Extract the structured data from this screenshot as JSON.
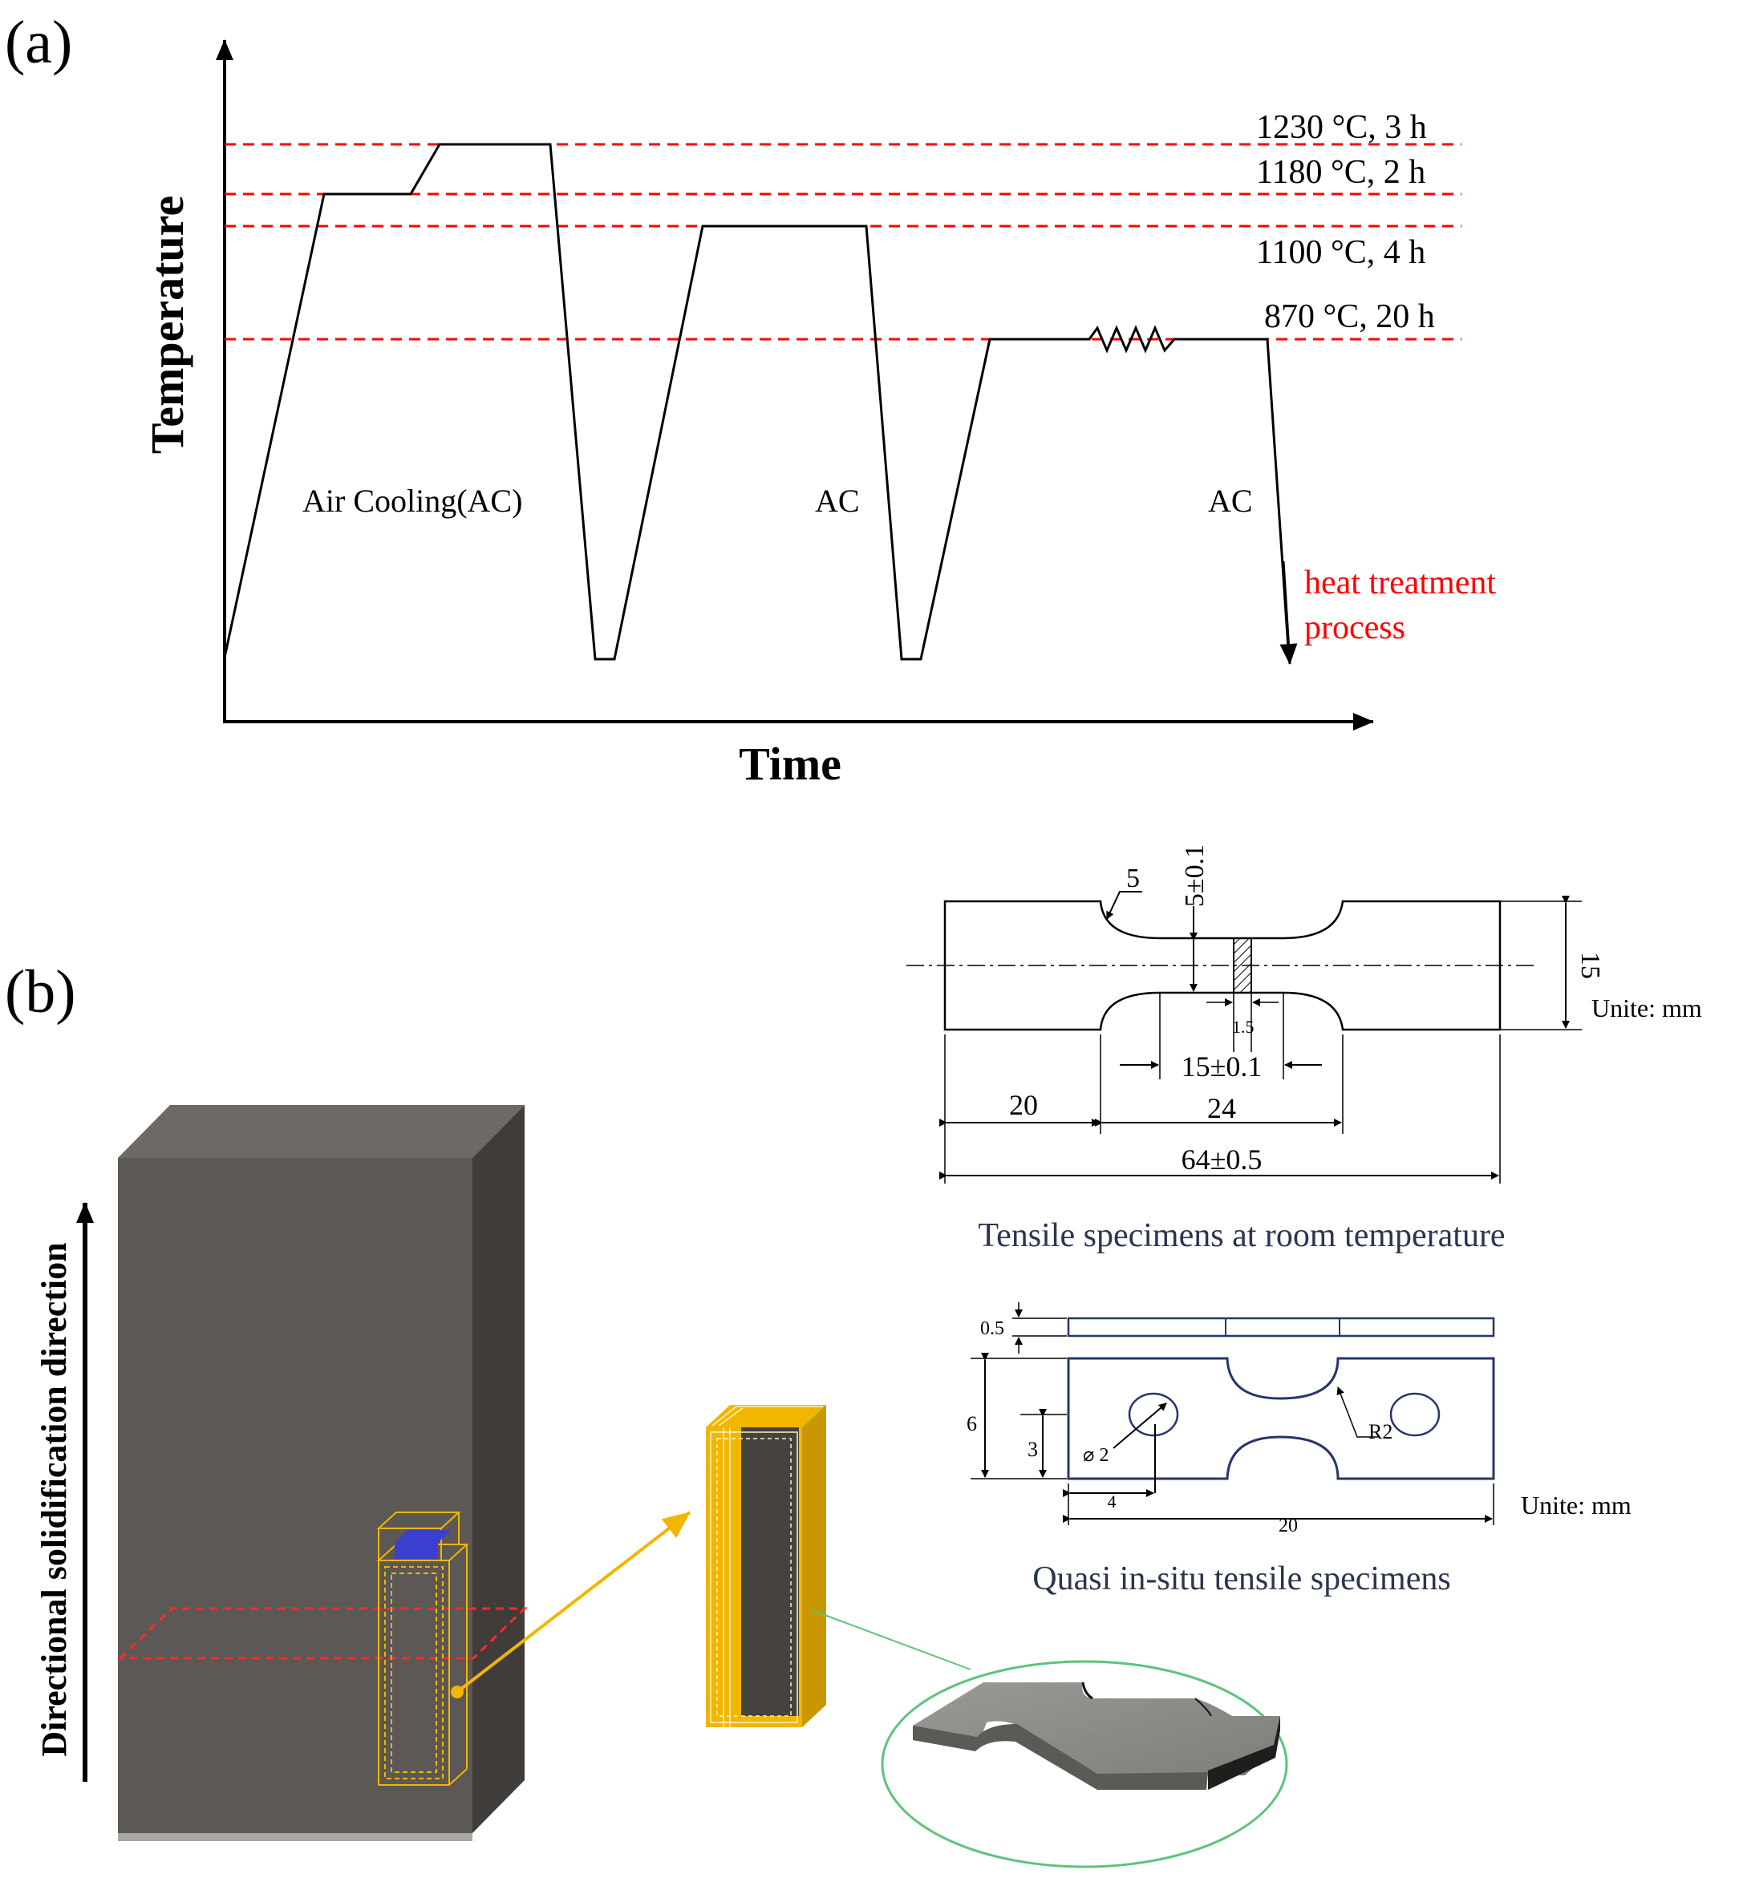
{
  "panel_a": {
    "label": "(a)",
    "y_axis_label": "Temperature",
    "x_axis_label": "Time",
    "levels": [
      {
        "label": "1230 °C, 3 h"
      },
      {
        "label": "1180 °C, 2 h"
      },
      {
        "label": "1100 °C, 4 h"
      },
      {
        "label": "870 °C, 20 h"
      }
    ],
    "cooling_labels": [
      "Air Cooling(AC)",
      "AC",
      "AC"
    ],
    "process_label_line1": "heat treatment",
    "process_label_line2": "process",
    "colors": {
      "reference_line": "#ff0000",
      "curve": "#000000",
      "process_text": "#ff0000"
    }
  },
  "panel_b": {
    "label": "(b)",
    "direction_label": "Directional solidification direction",
    "rt_specimen": {
      "dims": {
        "fillet_radius": "5",
        "gauge_width": "5±0.1",
        "total_width": "15",
        "slot": "1.5",
        "gauge_length": "15±0.1",
        "grip_length": "20",
        "reduced_length": "24",
        "total_length": "64±0.5"
      },
      "unit_label": "Unite: mm",
      "caption": "Tensile specimens at room temperature"
    },
    "quasi_specimen": {
      "dims": {
        "thickness": "0.5",
        "width": "6",
        "half_width": "3",
        "hole_diameter": "⌀ 2",
        "radius": "R2",
        "hole_offset": "4",
        "length": "20"
      },
      "unit_label": "Unite: mm",
      "caption": "Quasi  in-situ tensile specimens"
    },
    "colors": {
      "block_front": "#5b5855",
      "block_top": "#6c6966",
      "block_side": "#3f3c3a",
      "sample_outline": "#f2b600",
      "arrow": "#f2b600",
      "highlight": "#3a3fd0",
      "section_plane": "#ff2a2a",
      "callout": "#5cc47c",
      "caption": "#2b3550",
      "quasi_line": "#27356b"
    }
  }
}
